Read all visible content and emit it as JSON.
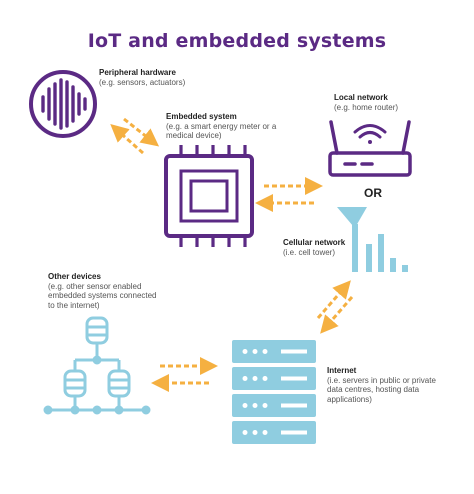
{
  "title": "IoT and embedded systems",
  "peripheral": {
    "heading": "Peripheral hardware",
    "sub": "(e.g. sensors, actuators)"
  },
  "embedded": {
    "heading": "Embedded system",
    "sub": "(e.g. a smart energy meter or a medical device)"
  },
  "local": {
    "heading": "Local network",
    "sub": "(e.g. home router)"
  },
  "or_label": "OR",
  "cellular": {
    "heading": "Cellular network",
    "sub": "(i.e. cell tower)"
  },
  "other": {
    "heading": "Other devices",
    "sub": "(e.g. other sensor enabled embedded systems connected to the internet)"
  },
  "internet": {
    "heading": "Internet",
    "sub": "(i.e. servers in public or private data centres, hosting data applications)"
  },
  "colors": {
    "purple": "#5b2a84",
    "teal": "#8fcde0",
    "orange": "#f5b041"
  },
  "icons": [
    "sound-wave-icon",
    "microchip-icon",
    "router-icon",
    "cell-tower-icon",
    "server-stack-icon",
    "database-network-icon"
  ]
}
